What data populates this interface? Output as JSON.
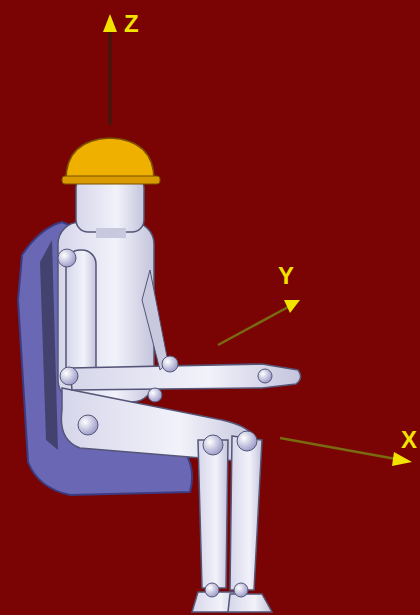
{
  "diagram": {
    "labels": [
      "Z",
      "Y",
      "X"
    ]
  }
}
